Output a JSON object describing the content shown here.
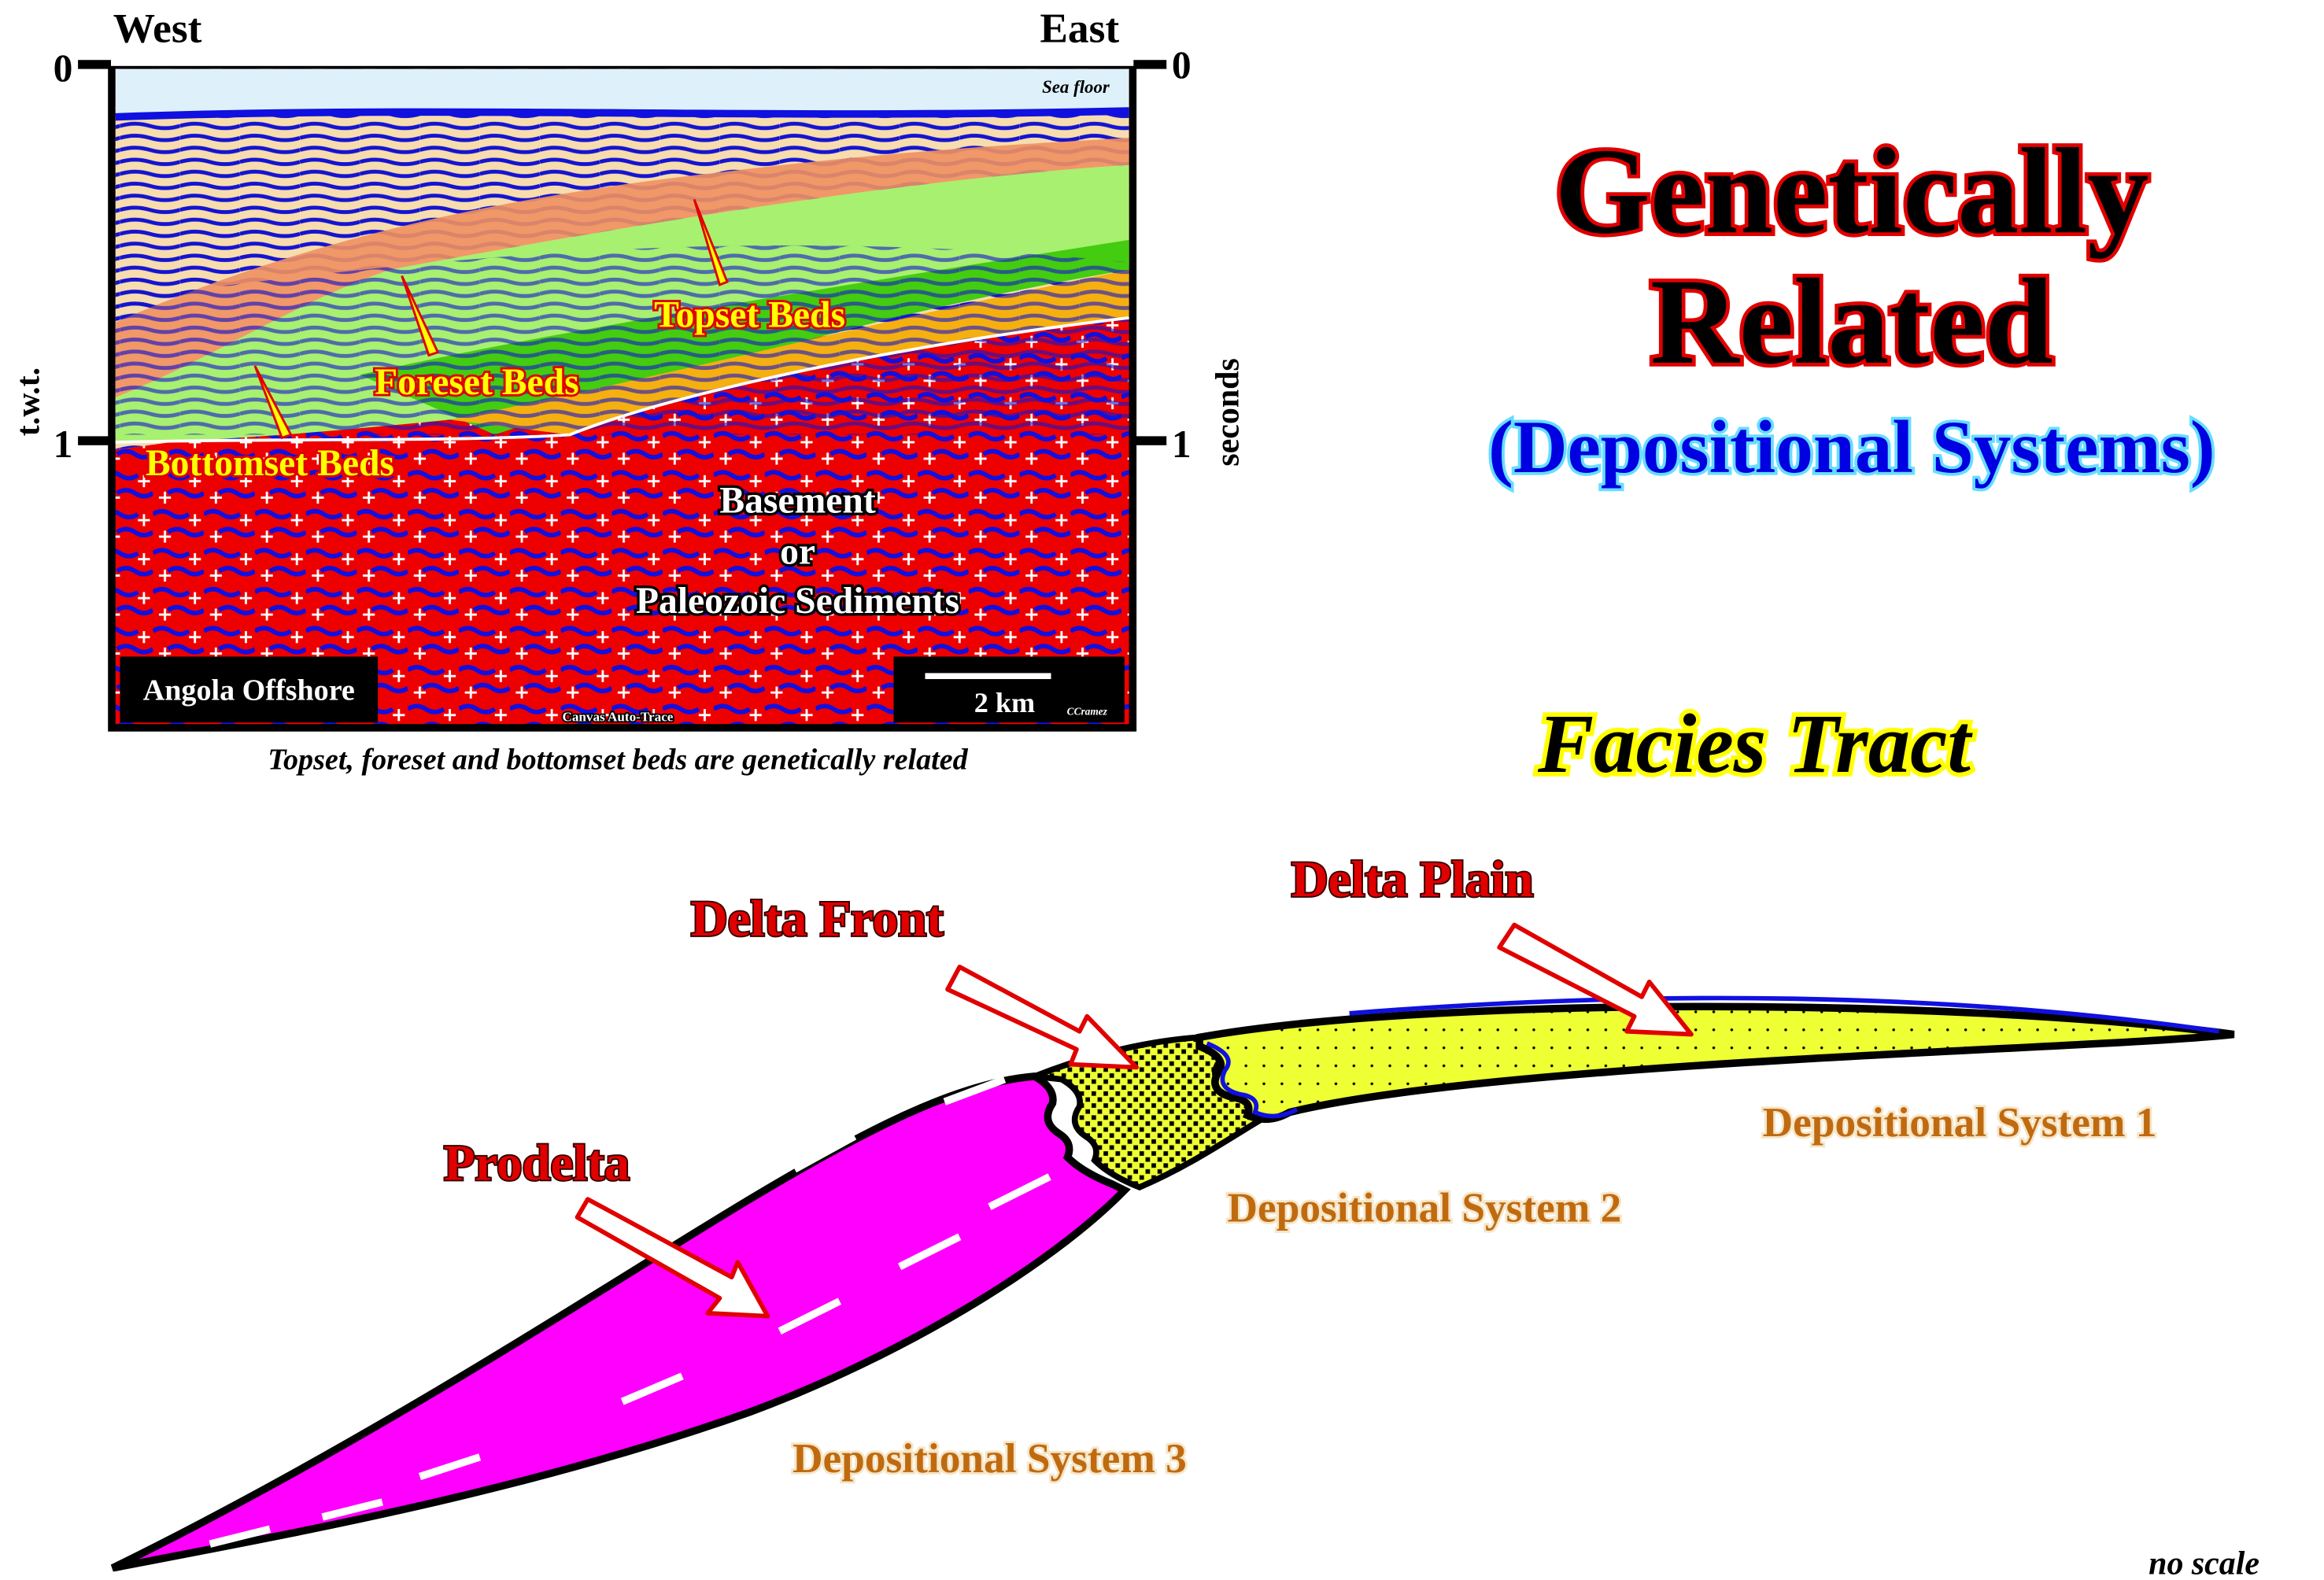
{
  "seismic": {
    "west_label": "West",
    "east_label": "East",
    "left_axis_label": "t.w.t.",
    "right_axis_label": "seconds",
    "tick_top_left": "0",
    "tick_bottom_left": "1",
    "tick_top_right": "0",
    "tick_bottom_right": "1",
    "sea_floor": "Sea floor",
    "topset": "Topset Beds",
    "foreset": "Foreset Beds",
    "bottomset": "Bottomset Beds",
    "basement_line1": "Basement",
    "basement_line2": "or",
    "basement_line3": "Paleozoic Sediments",
    "location": "Angola Offshore",
    "scale": "2 km",
    "author": "CCramez",
    "software": "Canvas Auto-Trace",
    "caption": "Topset, foreset and bottomset beds are genetically related"
  },
  "title": {
    "line1": "Genetically",
    "line2": "Related",
    "subtitle": "(Depositional Systems)",
    "facies_tract": "Facies Tract"
  },
  "diagram": {
    "delta_plain": "Delta Plain",
    "delta_front": "Delta Front",
    "prodelta": "Prodelta",
    "ds1": "Depositional System 1",
    "ds2": "Depositional System 2",
    "ds3": "Depositional System 3",
    "no_scale": "no scale"
  },
  "colors": {
    "prodelta": "#ff00ff",
    "delta_plain": "#eeff33",
    "title_red": "#e00000",
    "subtitle_blue": "#0000e0"
  }
}
